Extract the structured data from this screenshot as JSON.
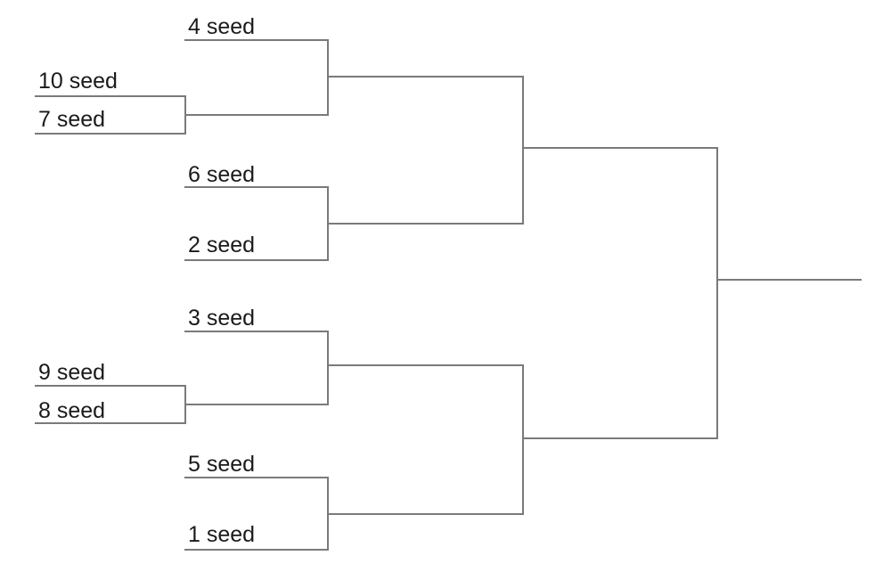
{
  "diagram": {
    "type": "single-elimination-bracket",
    "line_color": "#7a7a7a",
    "text_color": "#1a1a1a",
    "seeds": {
      "s10": "10 seed",
      "s7": "7 seed",
      "s4": "4 seed",
      "s6": "6 seed",
      "s2": "2 seed",
      "s9": "9 seed",
      "s8": "8 seed",
      "s3": "3 seed",
      "s5": "5 seed",
      "s1": "1 seed"
    },
    "rounds": [
      {
        "matchups": [
          [
            "10 seed",
            "7 seed"
          ],
          [
            "9 seed",
            "8 seed"
          ]
        ]
      },
      {
        "matchups": [
          [
            "4 seed",
            "winner"
          ],
          [
            "6 seed",
            "2 seed"
          ],
          [
            "3 seed",
            "winner"
          ],
          [
            "5 seed",
            "1 seed"
          ]
        ]
      },
      {
        "matchups": [
          [
            "winner",
            "winner"
          ],
          [
            "winner",
            "winner"
          ]
        ]
      },
      {
        "matchups": [
          [
            "winner",
            "winner"
          ]
        ]
      }
    ]
  }
}
